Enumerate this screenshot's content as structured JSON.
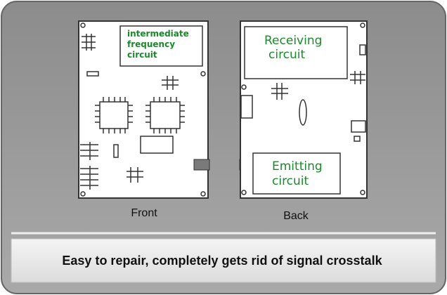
{
  "front": {
    "label": "Front",
    "zone_label_lines": [
      "intermediate",
      "frequency",
      "circuit"
    ]
  },
  "back": {
    "label": "Back",
    "receiving_lines": [
      "Receiving",
      "circuit"
    ],
    "emitting_lines": [
      "Emitting",
      "circuit"
    ]
  },
  "caption": "Easy to repair, completely gets rid of signal crosstalk",
  "colors": {
    "panel_gradient_top": "#8c8c8c",
    "panel_gradient_bottom": "#a9a9a9",
    "board_fill": "#ffffff",
    "outline": "#333333",
    "label_green": "#1a8a2a",
    "caption_band": "#e3e3e3",
    "notch": "#7a7a7a"
  }
}
